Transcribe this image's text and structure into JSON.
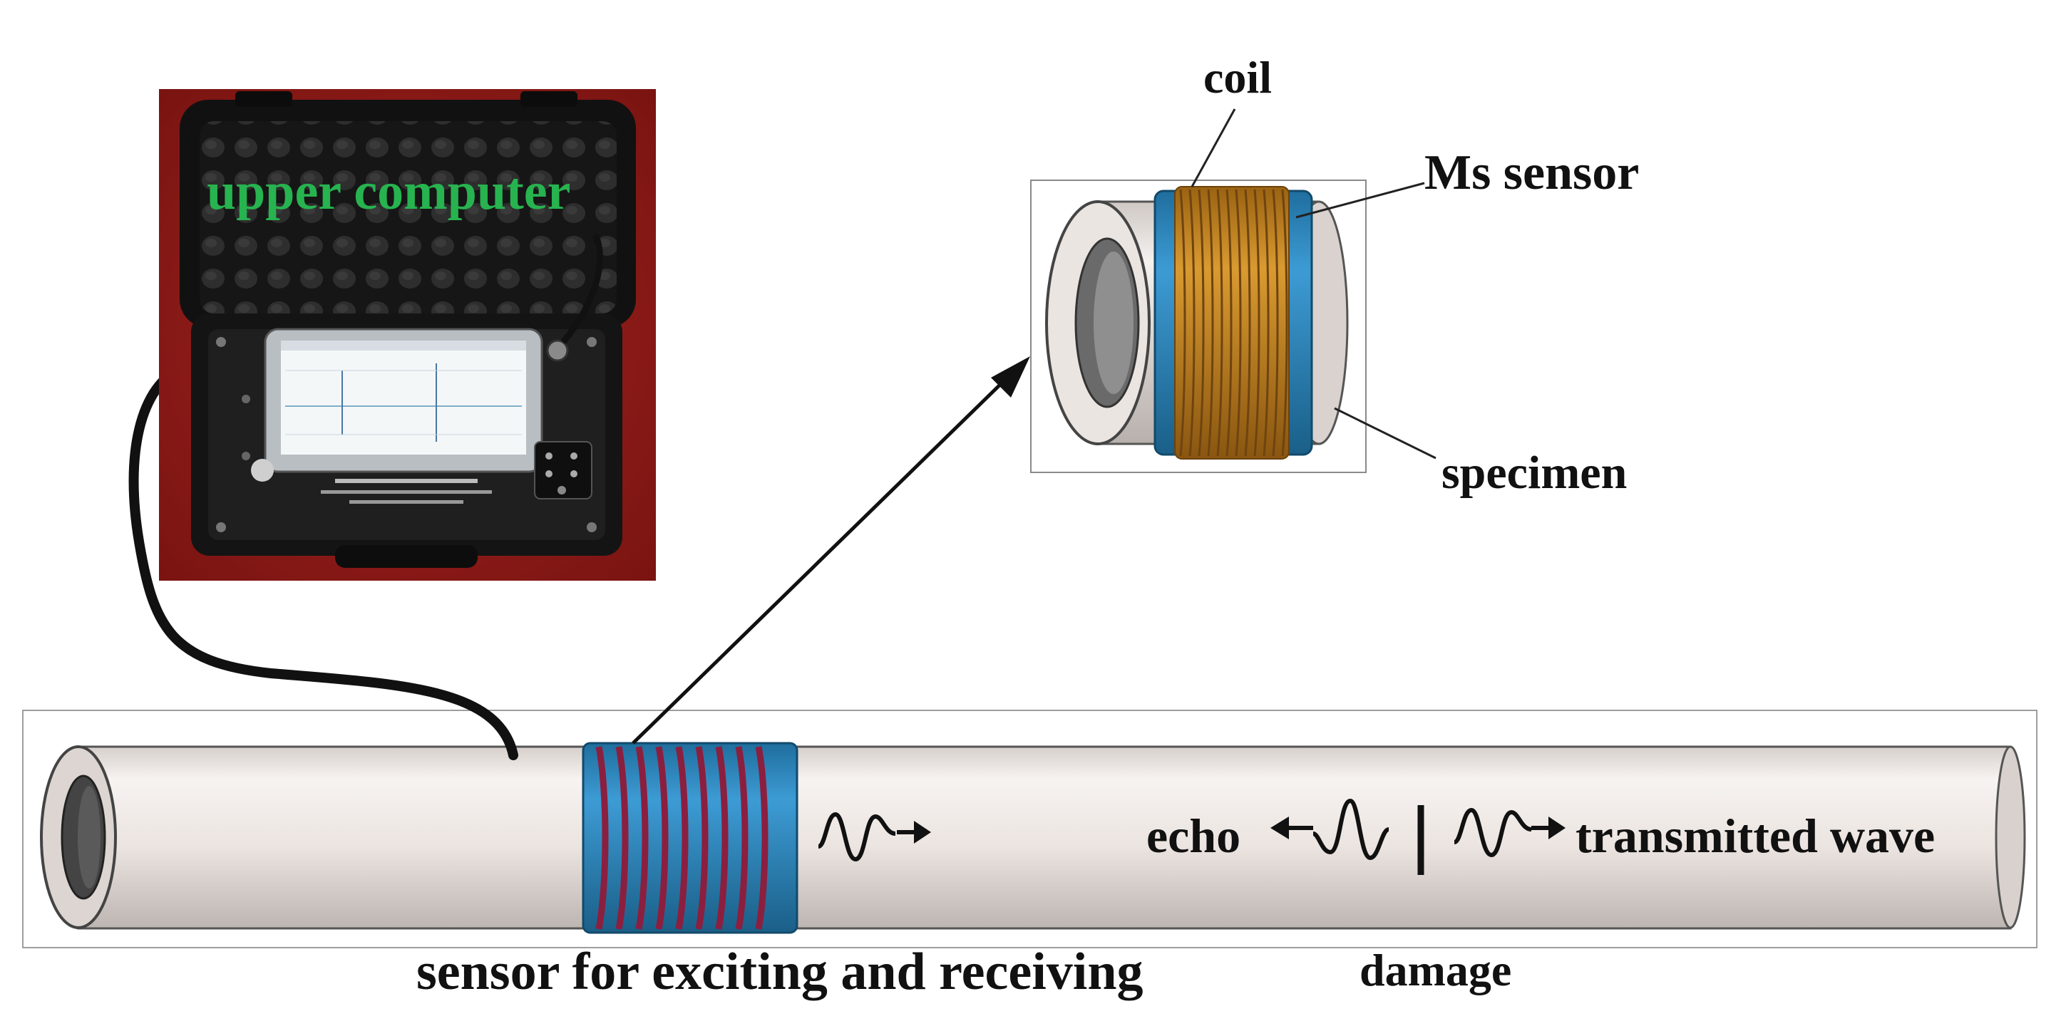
{
  "labels": {
    "upper_computer": "upper computer",
    "coil": "coil",
    "ms_sensor": "Ms sensor",
    "specimen": "specimen",
    "echo": "echo",
    "transmitted_wave": "transmitted wave",
    "sensor_caption": "sensor for exciting and receiving",
    "damage": "damage"
  },
  "colors": {
    "photo_background": "#8f1a16",
    "case_body": "#1b1b1b",
    "pipe_body": "#ece6e3",
    "sensor_band": "#2e86c1",
    "coil_winding": "#c8861e",
    "upper_computer_text": "#27b34f"
  },
  "icons": {
    "wave_packet": "wave-packet-icon",
    "arrow": "arrow-icon"
  }
}
